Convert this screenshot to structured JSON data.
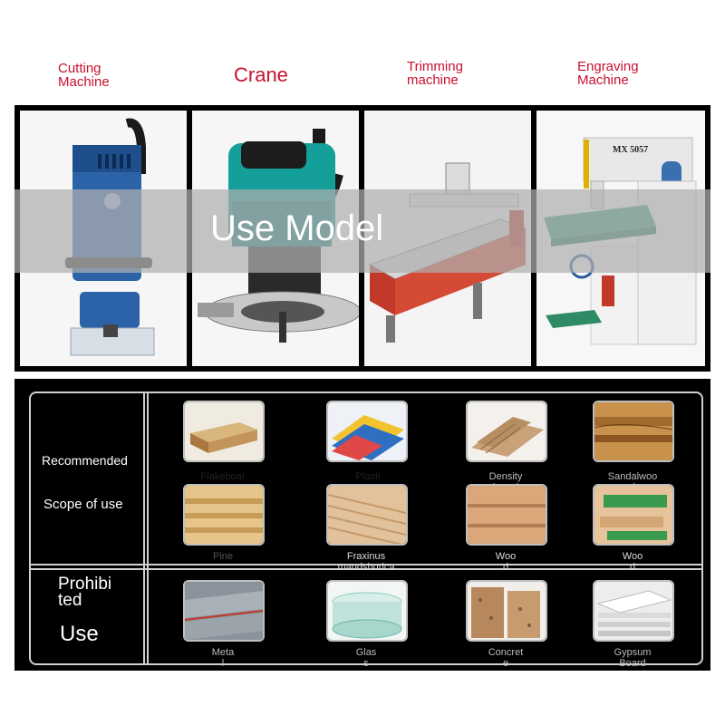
{
  "categories": [
    {
      "label": "Cutting\nMachine"
    },
    {
      "label": "Crane"
    },
    {
      "label": "Trimming\nmachine"
    },
    {
      "label": "Engraving\nMachine"
    }
  ],
  "banner": {
    "text": "Use Model"
  },
  "engraver_label": "MX 5057",
  "sections": {
    "recommended": "Recommended",
    "scope": "Scope of use",
    "prohibited_line1": "Prohibi",
    "prohibited_line2": "ted",
    "prohibited_line3": "Use"
  },
  "recommended_materials": [
    {
      "label": "Flakeboar\nd"
    },
    {
      "label": "Plasti"
    },
    {
      "label": "Density\nboard"
    },
    {
      "label": "Sandalwoo\nd"
    },
    {
      "label": "Pine"
    },
    {
      "label": "Fraxinus\nmandshurica"
    },
    {
      "label": "Woo\nd"
    },
    {
      "label": "Woo\nd"
    }
  ],
  "prohibited_materials": [
    {
      "label": "Meta\nl"
    },
    {
      "label": "Glas\ns"
    },
    {
      "label": "Concret\ne"
    },
    {
      "label": "Gypsum\nBoard"
    }
  ]
}
